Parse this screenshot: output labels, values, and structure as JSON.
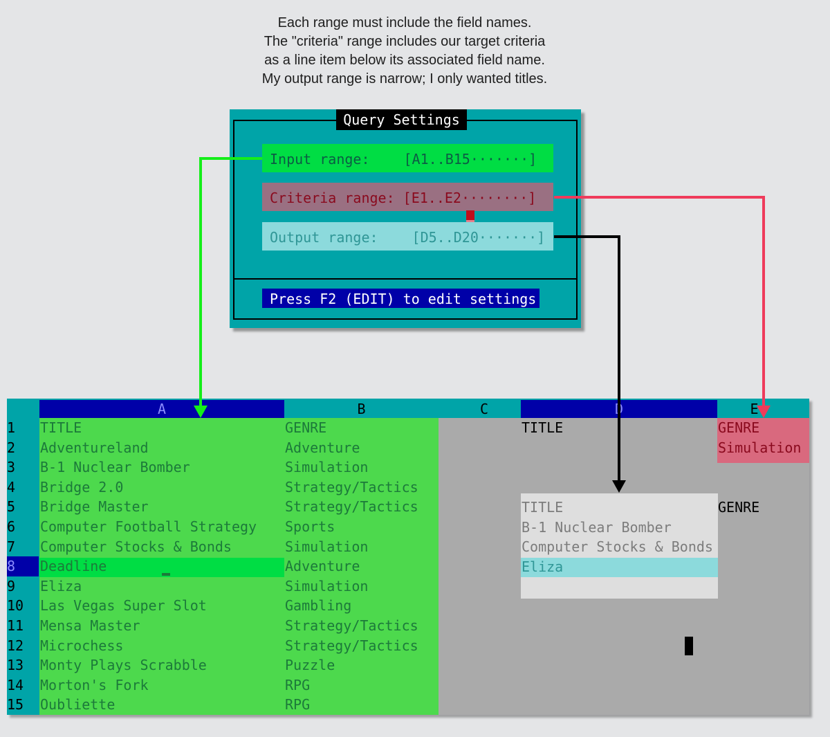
{
  "caption": {
    "lines": [
      "Each range must include the field names.",
      "The \"criteria\" range includes our target criteria",
      "as a line item below its associated field name.",
      "My output range is narrow; I only wanted titles."
    ]
  },
  "dialog": {
    "title": "Query Settings",
    "fields": [
      {
        "label": "Input range:",
        "value": "[A1..B15·······]"
      },
      {
        "label": "Criteria range:",
        "value": "[E1..E2········]"
      },
      {
        "label": "Output range:",
        "value": "[D5..D20·······]"
      }
    ],
    "help": "Press F2 (EDIT) to edit settings"
  },
  "sheet": {
    "columns": [
      "A",
      "B",
      "C",
      "D",
      "E"
    ],
    "row_numbers": [
      "1",
      "2",
      "3",
      "4",
      "5",
      "6",
      "7",
      "8",
      "9",
      "10",
      "11",
      "12",
      "13",
      "14",
      "15"
    ],
    "data_rows": [
      {
        "title": "TITLE",
        "genre": "GENRE"
      },
      {
        "title": "Adventureland",
        "genre": "Adventure"
      },
      {
        "title": "B-1 Nuclear Bomber",
        "genre": "Simulation"
      },
      {
        "title": "Bridge 2.0",
        "genre": "Strategy/Tactics"
      },
      {
        "title": "Bridge Master",
        "genre": "Strategy/Tactics"
      },
      {
        "title": "Computer Football Strategy",
        "genre": "Sports"
      },
      {
        "title": "Computer Stocks & Bonds",
        "genre": "Simulation"
      },
      {
        "title": "Deadline",
        "genre": "Adventure"
      },
      {
        "title": "Eliza",
        "genre": "Simulation"
      },
      {
        "title": "Las Vegas Super Slot",
        "genre": "Gambling"
      },
      {
        "title": "Mensa Master",
        "genre": "Strategy/Tactics"
      },
      {
        "title": "Microchess",
        "genre": "Strategy/Tactics"
      },
      {
        "title": "Monty Plays Scrabble",
        "genre": "Puzzle"
      },
      {
        "title": "Morton's Fork",
        "genre": "RPG"
      },
      {
        "title": "Oubliette",
        "genre": "RPG"
      }
    ],
    "d1": "TITLE",
    "e1": "GENRE",
    "e2": "Simulation",
    "e5": "GENRE",
    "output": [
      "TITLE",
      "B-1 Nuclear Bomber",
      "Computer Stocks & Bonds",
      "Eliza"
    ]
  },
  "colors": {
    "input_arrow": "#15ee1a",
    "criteria_arrow": "#ef3b5b",
    "output_arrow": "#000000",
    "dialog_bg": "#00a4a8",
    "highlight_row": "#0000a8"
  }
}
